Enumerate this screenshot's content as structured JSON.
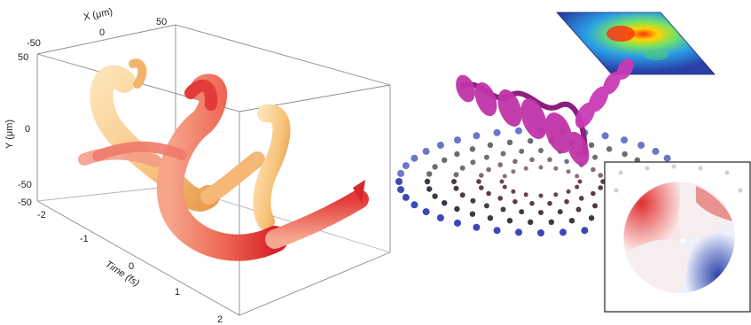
{
  "left_panel": {
    "x_axis": {
      "title": "X (μm)",
      "ticks": [
        "-50",
        "0",
        "50"
      ]
    },
    "y_axis": {
      "title": "Y (μm)",
      "ticks": [
        "50",
        "0",
        "-50",
        "-50"
      ]
    },
    "time_axis": {
      "title": "Time (fs)",
      "ticks": [
        "-2",
        "-1",
        "0",
        "1",
        "2"
      ]
    },
    "colors": {
      "helix_light": "#f7c27a",
      "helix_light_edge": "#e89a4a",
      "helix_red": "#ee6a55",
      "helix_red_dark": "#d8202a",
      "box_line": "#777777"
    }
  },
  "right_panel": {
    "colors": {
      "beam": "#c034a8",
      "beam_dark": "#8a1f7c",
      "ring_outer": "#3b48b8",
      "ring_inner": "#3a3a45",
      "inset_red": "#d83a3a",
      "inset_blue": "#3d55b0"
    }
  }
}
